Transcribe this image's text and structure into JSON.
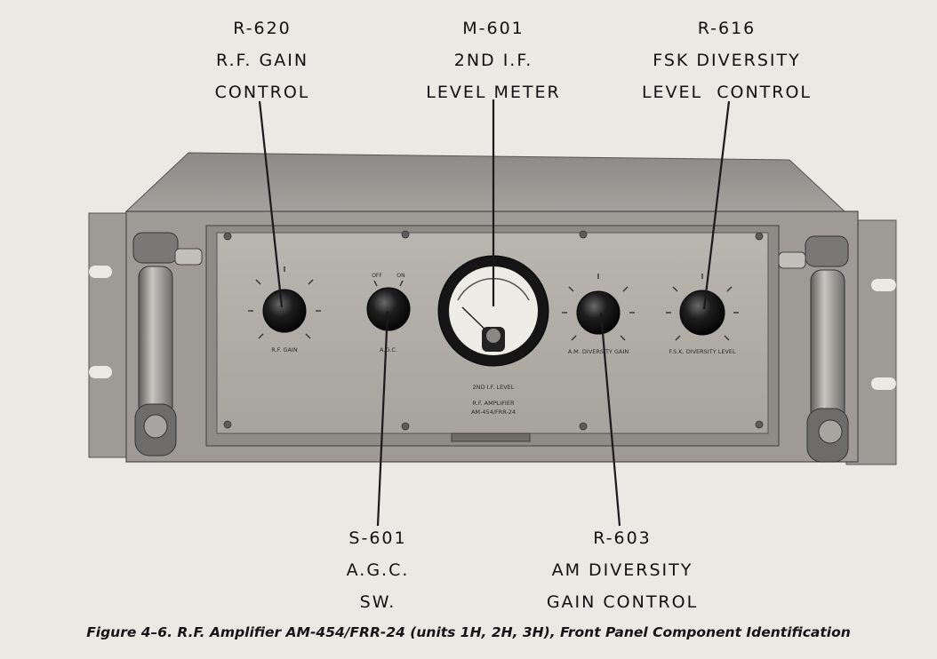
{
  "callouts": {
    "r620": {
      "id": "R-620",
      "line1": "R.F. GAIN",
      "line2": "CONTROL"
    },
    "m601": {
      "id": "M-601",
      "line1": "2ND I.F.",
      "line2": "LEVEL METER"
    },
    "r616": {
      "id": "R-616",
      "line1": "FSK DIVERSITY",
      "line2": "LEVEL  CONTROL"
    },
    "s601": {
      "id": "S-601",
      "line1": "A.G.C.",
      "line2": "SW."
    },
    "r603": {
      "id": "R-603",
      "line1": "AM DIVERSITY",
      "line2": "GAIN CONTROL"
    }
  },
  "panel": {
    "rf_gain_label": "R.F. GAIN",
    "agc_off": "OFF",
    "agc_on": "ON",
    "agc_label": "A.G.C.",
    "am_label": "A.M. DIVERSITY GAIN",
    "fsk_label": "F.S.K. DIVERSITY LEVEL",
    "meter_label": "2ND I.F. LEVEL",
    "name_line1": "R.F. AMPLIFIER",
    "name_line2": "AM-454/FRR-24"
  },
  "caption": "Figure 4–6.  R.F. Amplifier AM-454/FRR-24 (units 1H, 2H, 3H), Front Panel Component Identification"
}
